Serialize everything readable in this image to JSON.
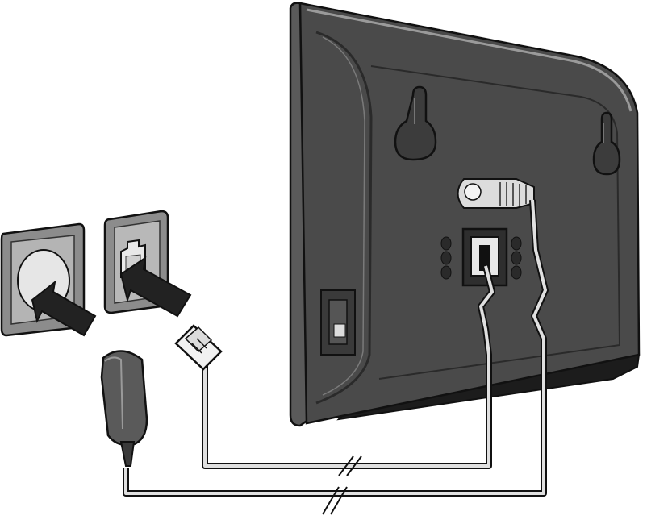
{
  "diagram": {
    "parts": [
      "power-socket",
      "telephone-wall-jack",
      "insert-arrow",
      "power-adapter-plug",
      "telephone-cable-plug",
      "base-station-rear",
      "wall-mount-hole",
      "cable-strain-relief",
      "telephone-port",
      "power-cable",
      "telephone-cable"
    ],
    "colors": {
      "device_body": "#4a4a4a",
      "device_dark": "#2e2e2e",
      "socket_plate": "#8c8c8c",
      "socket_face": "#e6e6e6",
      "arrow": "#222222",
      "cable": "#e0e0e0",
      "outline": "#111111"
    }
  }
}
